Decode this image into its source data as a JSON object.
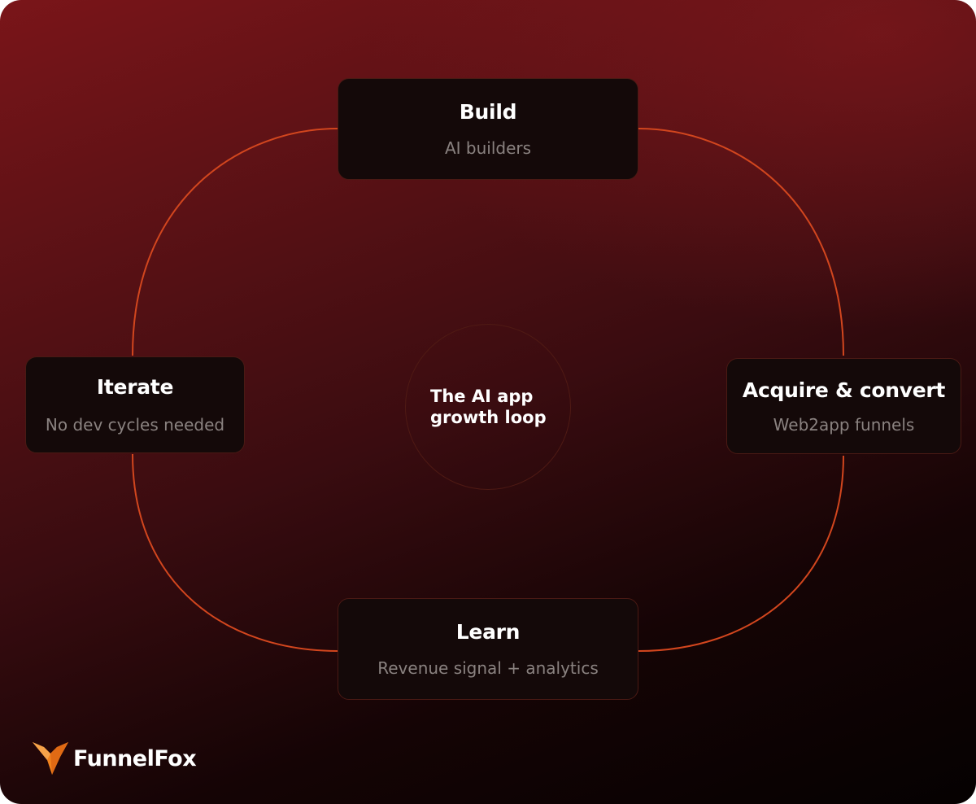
{
  "diagram": {
    "center_label": "The AI app growth loop",
    "nodes": {
      "build": {
        "title": "Build",
        "subtitle": "AI builders"
      },
      "acquire": {
        "title": "Acquire & convert",
        "subtitle": "Web2app funnels"
      },
      "learn": {
        "title": "Learn",
        "subtitle": "Revenue signal + analytics"
      },
      "iterate": {
        "title": "Iterate",
        "subtitle": "No dev cycles needed"
      }
    }
  },
  "brand": {
    "name": "FunnelFox",
    "logo_icon": "fox-logo-icon"
  },
  "colors": {
    "loop_line": "#d2461e",
    "node_background": "#140909",
    "node_border": "#4a1a14",
    "title_text": "#ffffff",
    "subtitle_text": "#8a8280",
    "logo_orange": "#f0821e"
  }
}
